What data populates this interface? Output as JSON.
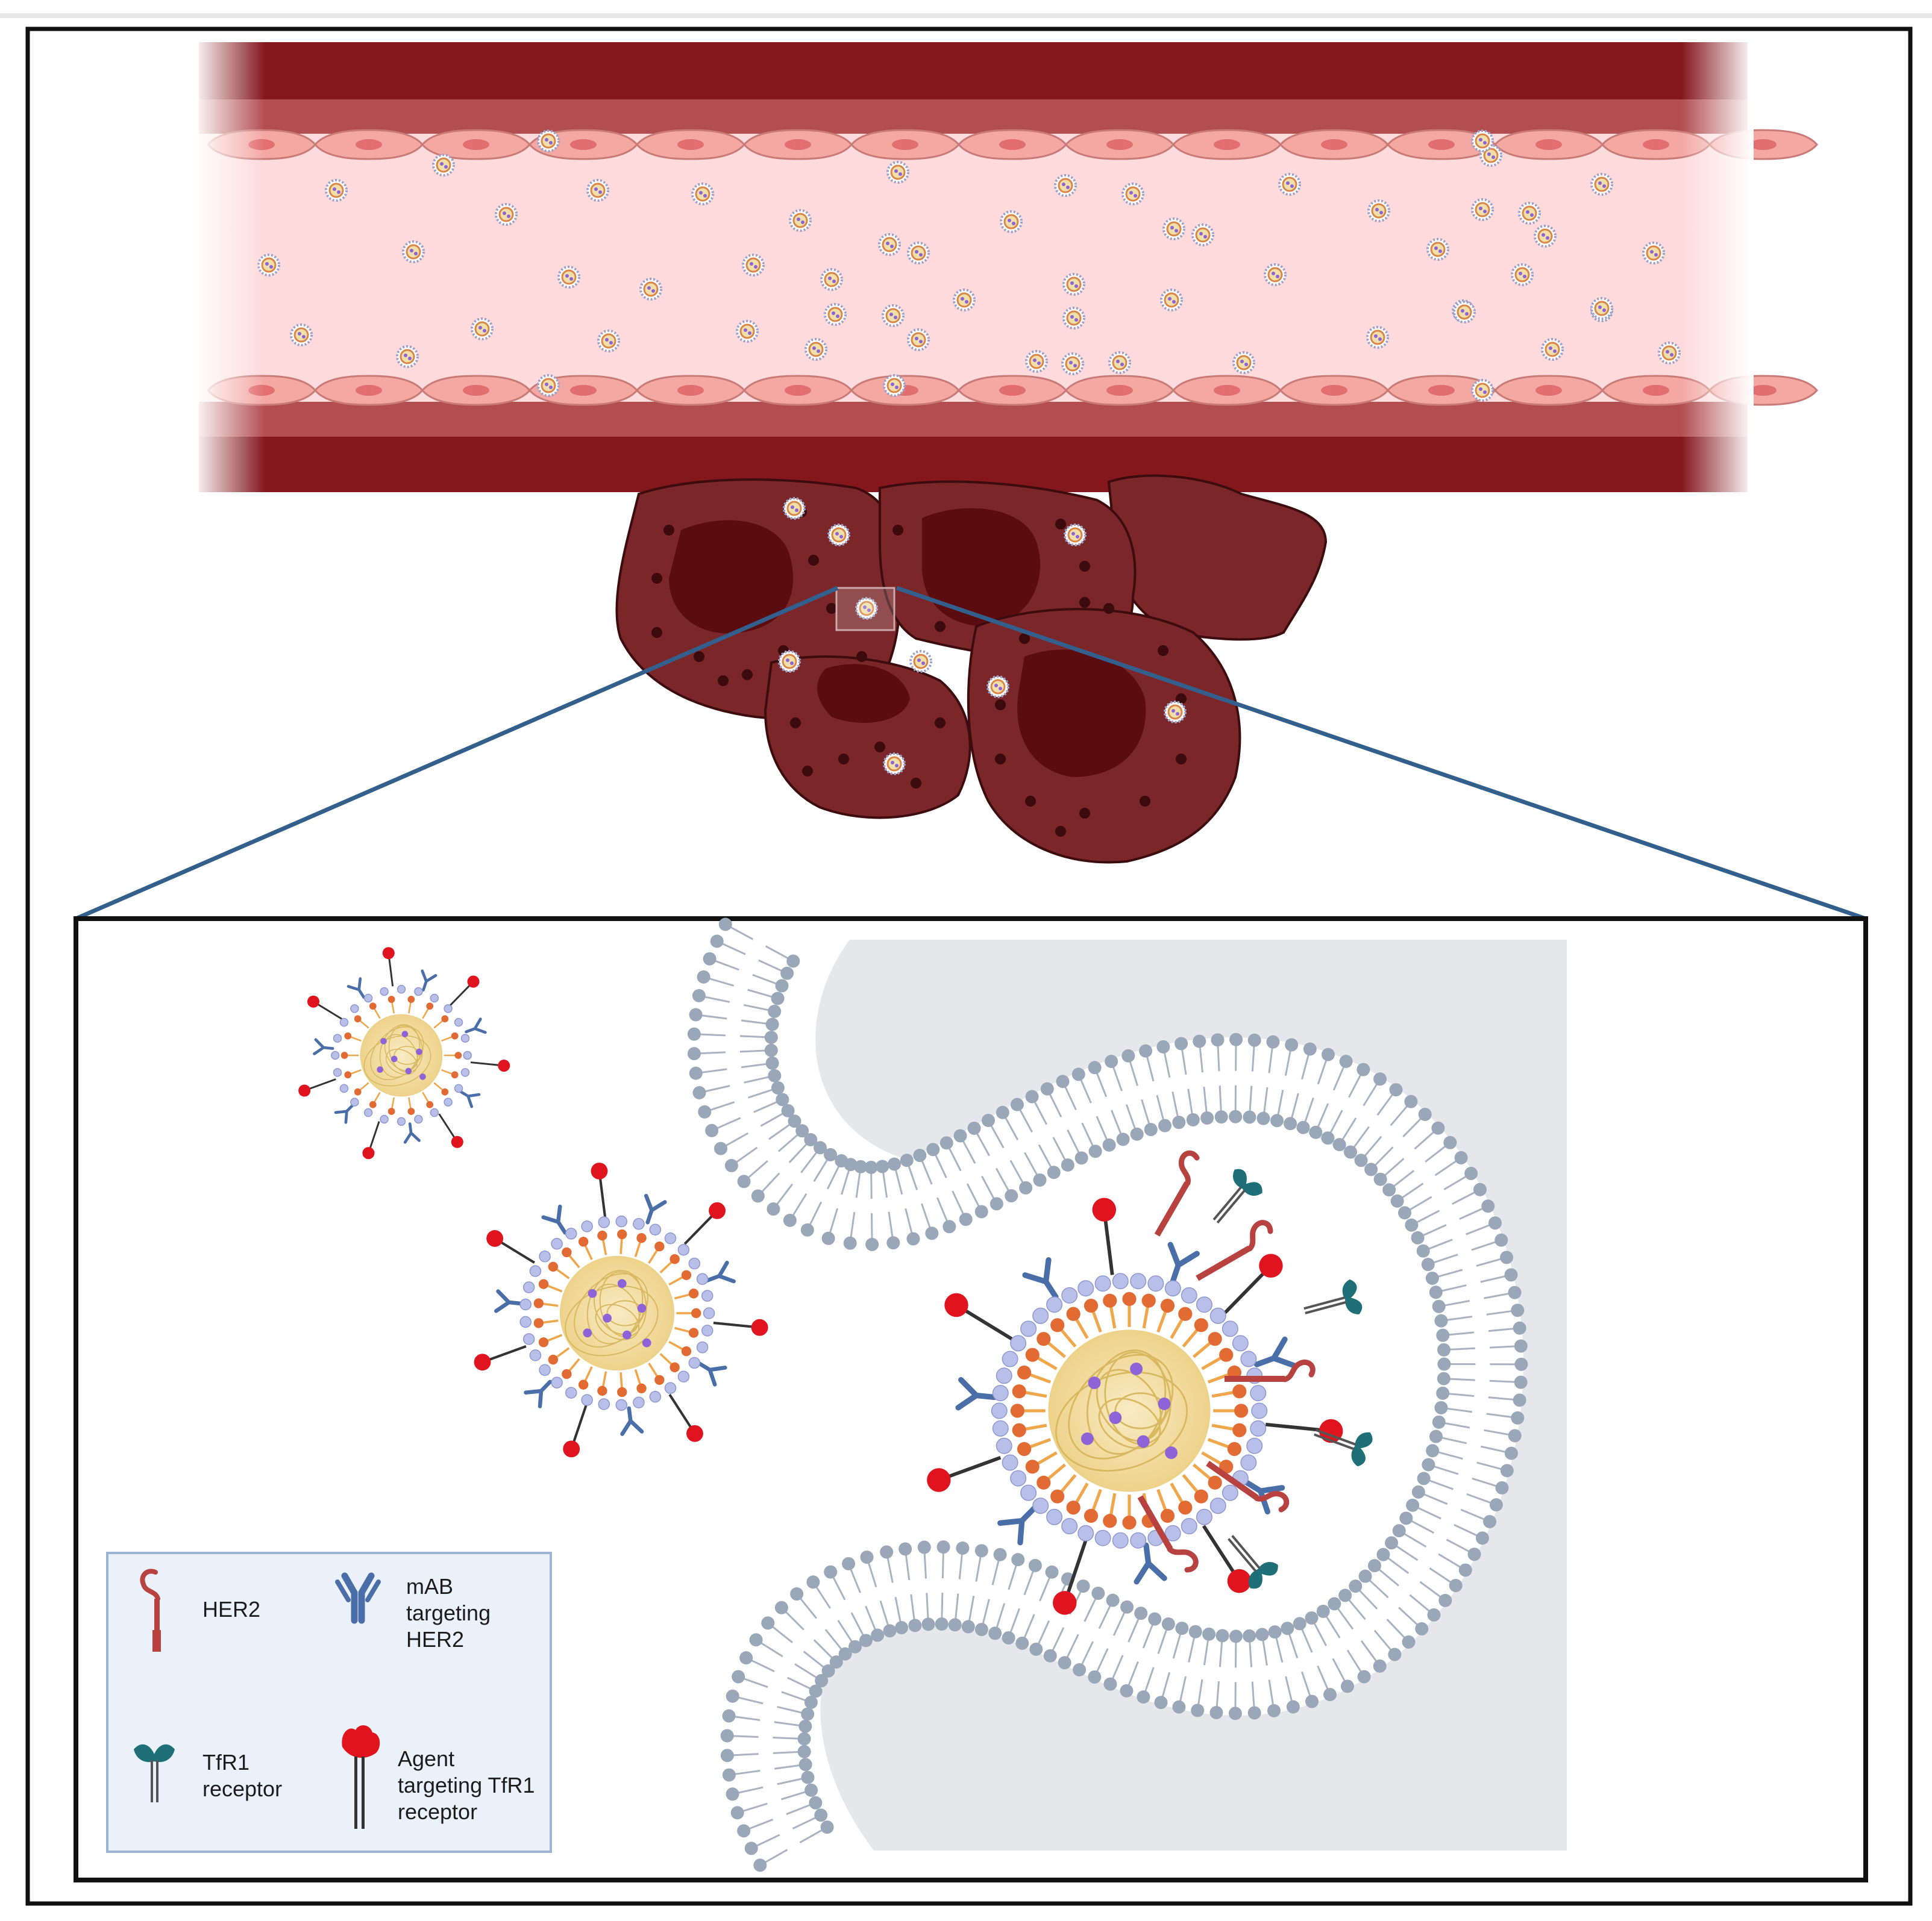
{
  "legend": {
    "items": [
      {
        "id": "her2",
        "icon": "her2-receptor-icon",
        "lines": [
          "HER2"
        ]
      },
      {
        "id": "mab",
        "icon": "antibody-icon",
        "lines": [
          "mAB",
          "targeting",
          "HER2"
        ]
      },
      {
        "id": "tfr1",
        "icon": "tfr1-receptor-icon",
        "lines": [
          "TfR1",
          "receptor"
        ]
      },
      {
        "id": "agent",
        "icon": "tfr1-agent-icon",
        "lines": [
          "Agent",
          "targeting TfR1",
          "receptor"
        ]
      }
    ]
  },
  "colors": {
    "vessel_wall": "#84171c",
    "vessel_wall_inner": "#b24e50",
    "endothelium": "#f3a8a4",
    "lumen": "#fddadb",
    "tumor_cell": "#7b2629",
    "tumor_nucleus": "#5a0c0f",
    "zoom_lines": "#335f8c",
    "membrane_bead": "#9aa7b8",
    "membrane_bg": "#e6e7eb",
    "legend_bg": "#eaf1fb",
    "legend_border": "#9db3d4",
    "core": "#f2dca0",
    "lipid_orange": "#e26b34",
    "peg_lavender": "#b8bfe8",
    "antibody": "#4a6fa8",
    "agent_red": "#e0141e",
    "her2": "#b8423f",
    "tfr1": "#1e6f78",
    "drug_dot": "#8f63d8"
  }
}
